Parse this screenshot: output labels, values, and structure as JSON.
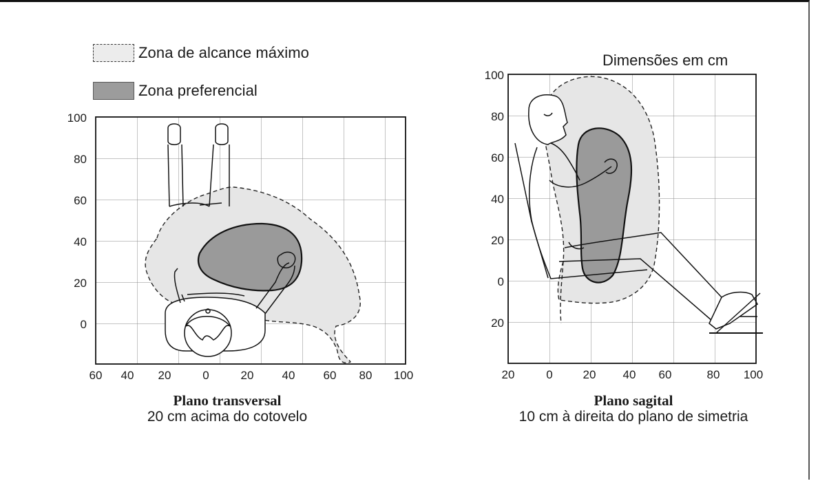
{
  "legend": {
    "max_zone_label": "Zona de alcance máximo",
    "preferred_zone_label": "Zona preferencial"
  },
  "units_note": "Dimensões em cm",
  "transversal": {
    "y_ticks": [
      "100",
      "80",
      "60",
      "40",
      "20",
      "0"
    ],
    "x_ticks": [
      "60",
      "40",
      "20",
      "0",
      "20",
      "40",
      "60",
      "80",
      "100"
    ],
    "caption_title": "Plano transversal",
    "caption_sub": "20 cm acima do cotovelo"
  },
  "sagittal": {
    "y_ticks": [
      "100",
      "80",
      "60",
      "40",
      "20",
      "0",
      "20"
    ],
    "x_ticks": [
      "20",
      "0",
      "20",
      "40",
      "60",
      "80",
      "100"
    ],
    "caption_title": "Plano sagital",
    "caption_sub": "10 cm à direita do plano de simetria"
  },
  "colors": {
    "max_zone_fill": "#e6e6e6",
    "preferred_zone_fill": "#9a9a9a",
    "line": "#111111",
    "grid": "#8a8a8a"
  }
}
